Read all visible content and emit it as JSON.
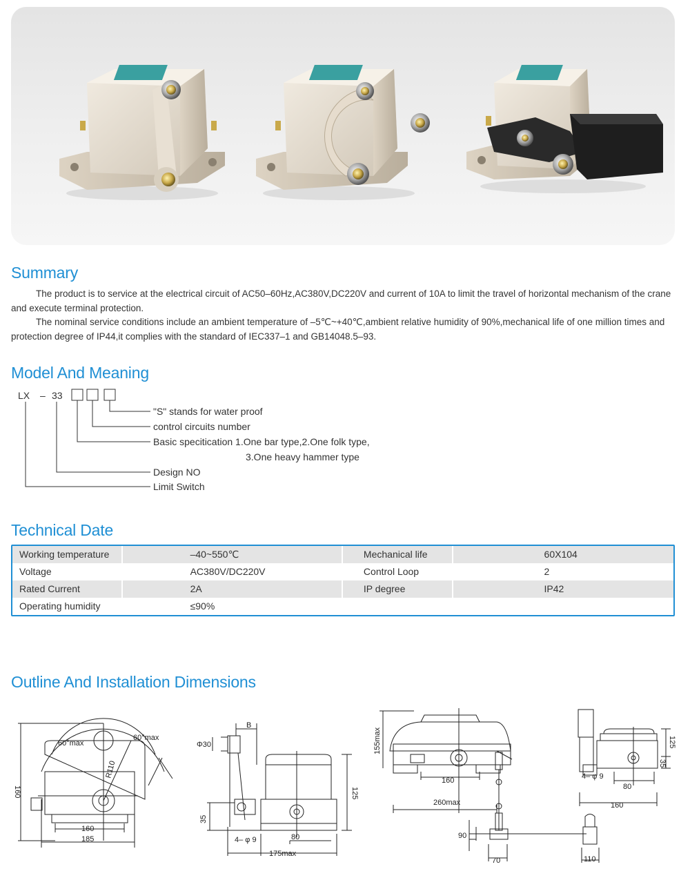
{
  "summary": {
    "title": "Summary",
    "para1": "The product is to service at the electrical circuit of AC50–60Hz,AC380V,DC220V and current of 10A to limit the travel of horizontal mechanism of the crane and execute terminal protection.",
    "para2": "The nominal service conditions include an ambient temperature of –5℃~+40℃,ambient relative humidity of 90%,mechanical life of one million times and protection degree of IP44,it complies with the standard of IEC337–1 and GB14048.5–93."
  },
  "model": {
    "title": "Model And Meaning",
    "code_prefix": "LX",
    "code_dash": "–",
    "code_number": "33",
    "labels": {
      "waterproof": "\"S\" stands for water proof",
      "circuits": "control circuits number",
      "basic": "Basic specitication 1.One bar type,2.One folk type,",
      "basic_cont": "3.One heavy hammer type",
      "design": "Design NO",
      "limit": "Limit Switch"
    }
  },
  "technical": {
    "title": "Technical Date",
    "rows": [
      [
        "Working temperature",
        "–40~550℃",
        "Mechanical life",
        "60X104"
      ],
      [
        "Voltage",
        "AC380V/DC220V",
        "Control Loop",
        "2"
      ],
      [
        "Rated Current",
        "2A",
        "IP degree",
        "IP42"
      ],
      [
        "Operating humidity",
        "≤90%",
        "",
        ""
      ]
    ]
  },
  "outline": {
    "title": "Outline And Installation Dimensions",
    "d1": {
      "max_left": "60°max",
      "max_right": "60°max",
      "radius": "R110",
      "height": "160",
      "inner": "160",
      "outer": "185"
    },
    "d2": {
      "phi": "Φ30",
      "b": "B",
      "height": "125",
      "h35": "35",
      "holes": "4– φ 9",
      "w80": "80",
      "w175": "175max"
    },
    "d3": {
      "h155": "155max",
      "w160": "160",
      "w260": "260max",
      "w90": "90",
      "w70": "70",
      "w110": "110"
    },
    "d4": {
      "h125": "125",
      "h35": "35",
      "holes": "4– φ 9",
      "w80": "80",
      "w160": "160"
    }
  },
  "colors": {
    "accent": "#1f8fd4",
    "table_shade": "#e4e4e4",
    "housing": "#e5ddcf",
    "hammer": "#222222"
  }
}
